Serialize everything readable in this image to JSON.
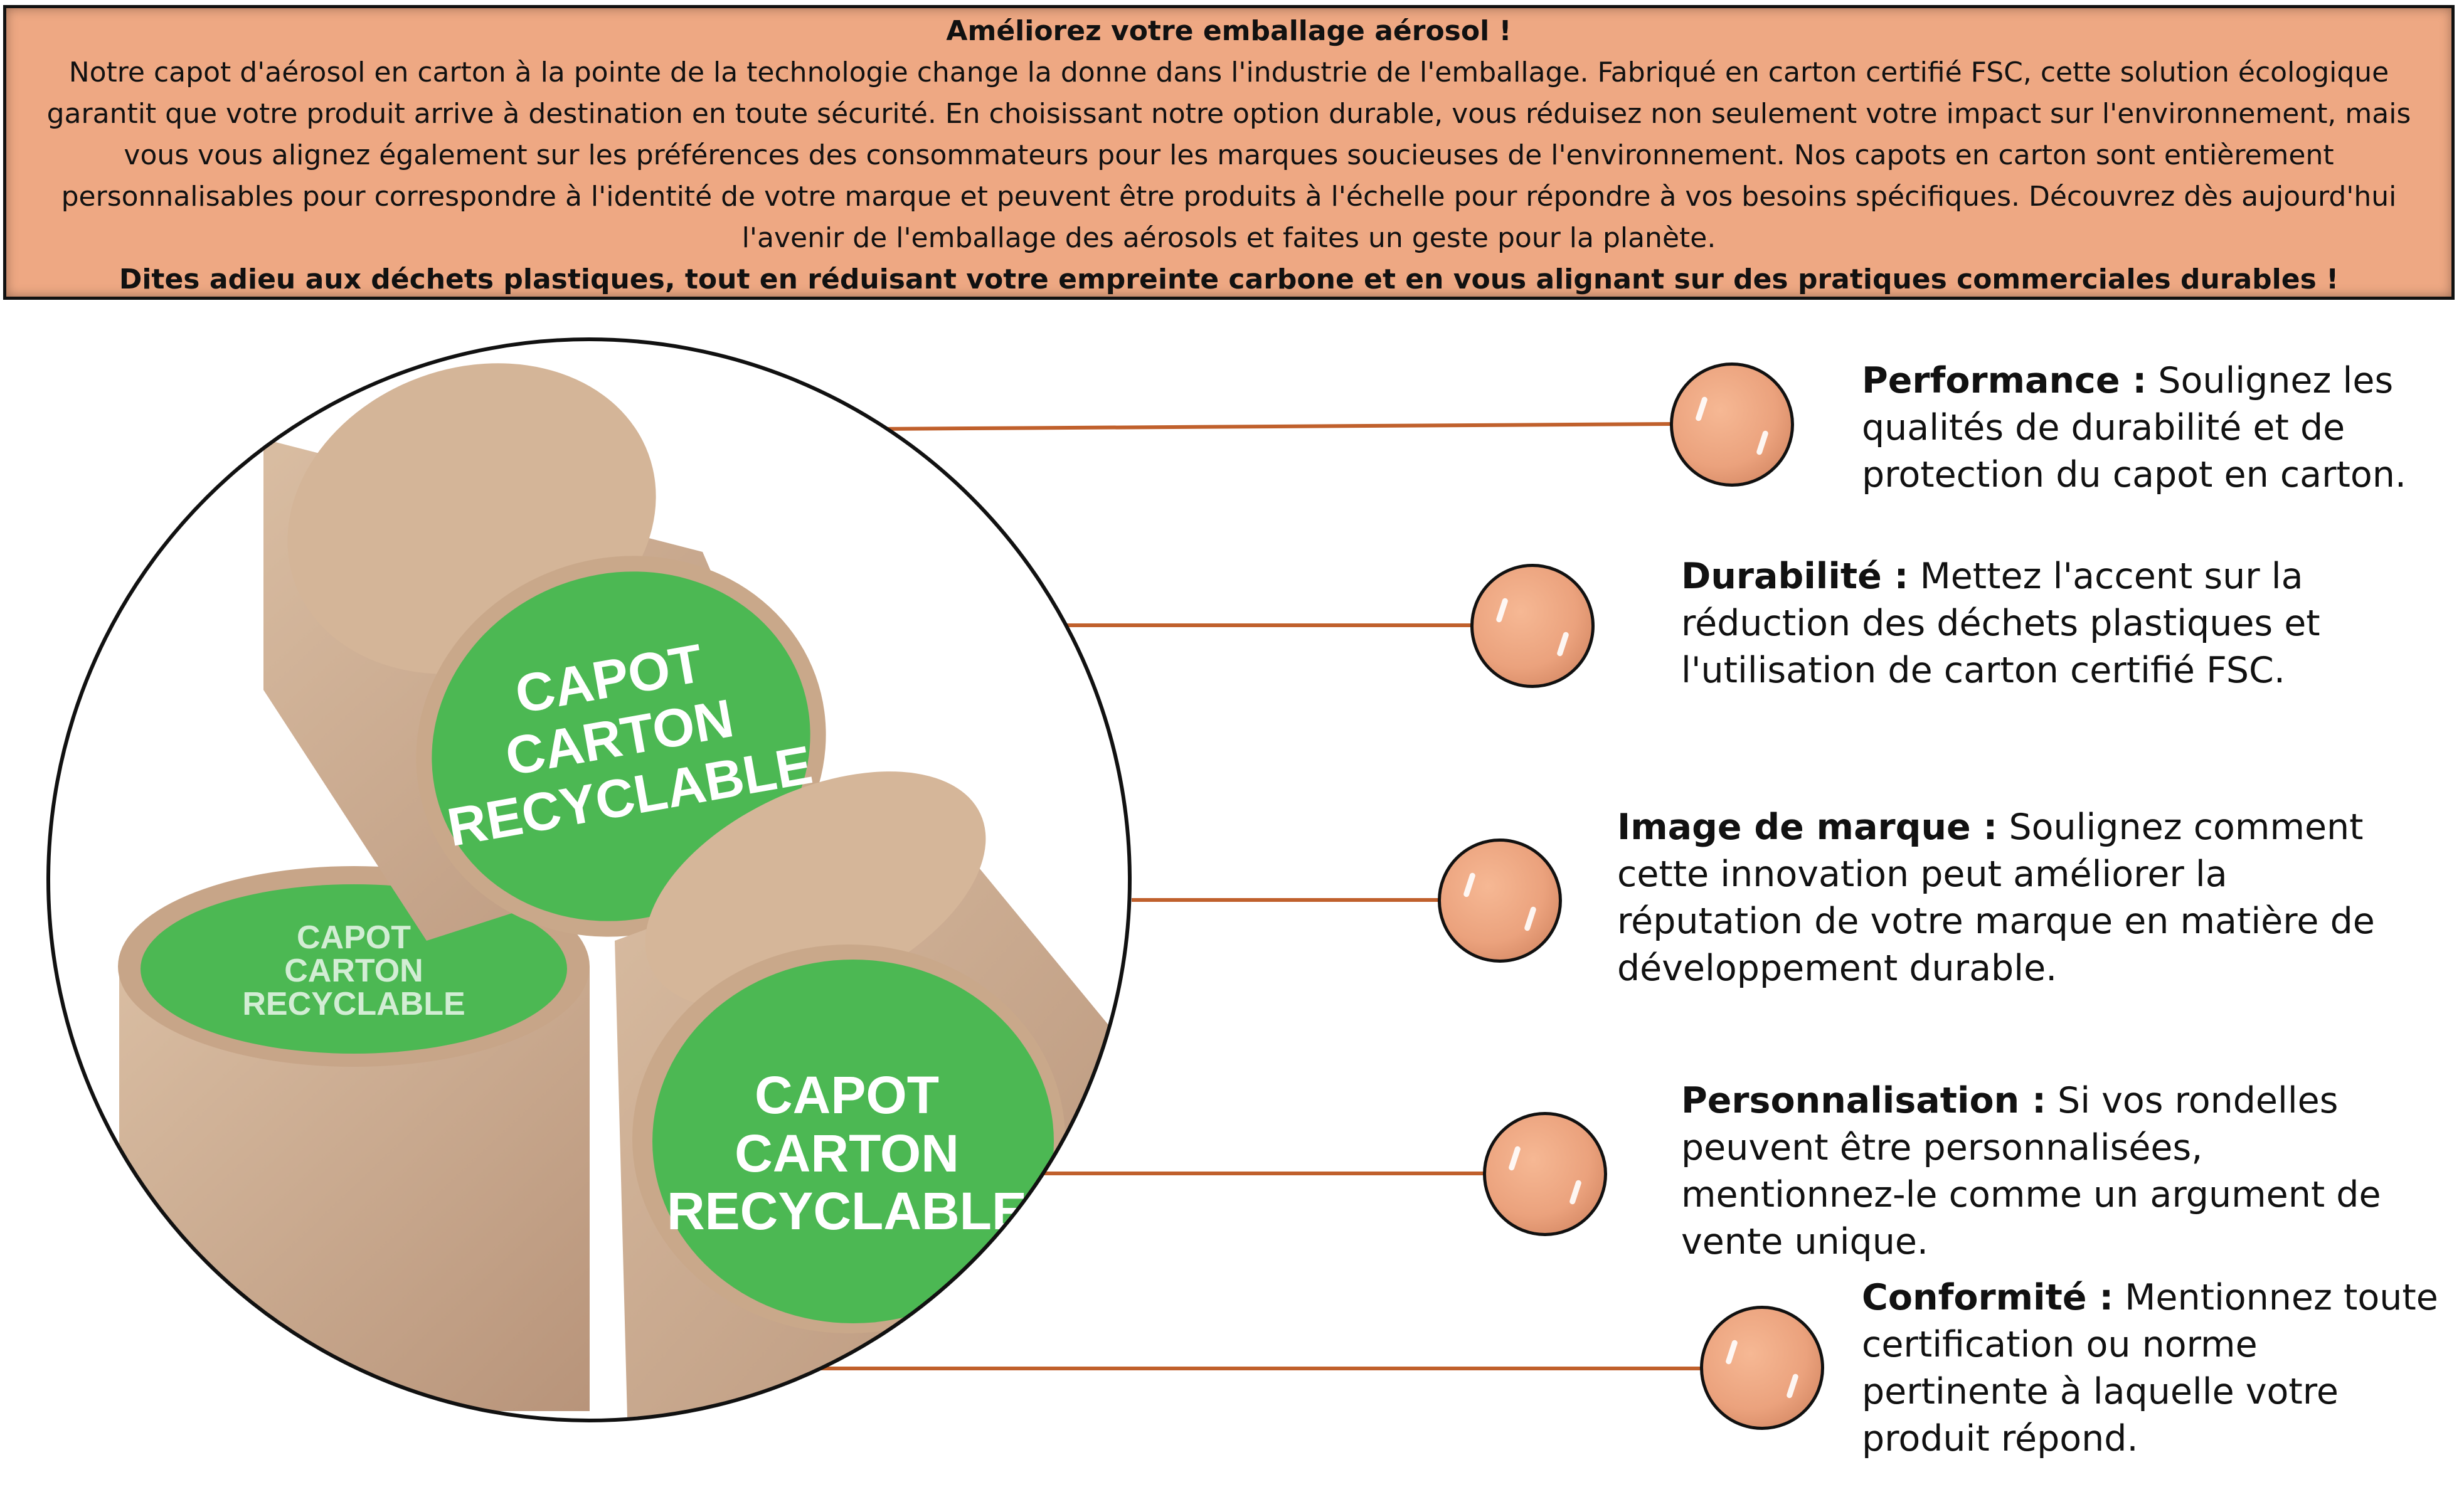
{
  "header": {
    "title": "Améliorez votre emballage aérosol !",
    "body": "Notre capot d'aérosol en carton à la pointe de la technologie change la donne dans l'industrie de l'emballage. Fabriqué en carton certifié FSC, cette solution écologique garantit que votre produit arrive à destination en toute sécurité. En choisissant notre option durable, vous réduisez non seulement votre impact sur l'environnement, mais vous vous alignez également sur les préférences des consommateurs pour les marques soucieuses de l'environnement. Nos capots en carton sont entièrement personnalisables pour correspondre à l'identité de votre marque et peuvent être produits à l'échelle pour répondre à vos besoins spécifiques. Découvrez dès aujourd'hui l'avenir de l'emballage des aérosols et faites un geste pour la planète.",
    "closing": "Dites adieu aux déchets plastiques, tout en réduisant votre empreinte carbone et en vous alignant sur des pratiques commerciales durables !"
  },
  "product_label": {
    "line1": "CAPOT",
    "line2": "CARTON",
    "line3": "RECYCLABLE"
  },
  "features": [
    {
      "title": "Performance :",
      "text": "Soulignez les qualités de durabilité et de protection du capot en carton."
    },
    {
      "title": "Durabilité :",
      "text": "Mettez l'accent sur la réduction des déchets plastiques et l'utilisation de carton certifié FSC."
    },
    {
      "title": "Image de marque :",
      "text": "Soulignez comment cette innovation peut améliorer la réputation de votre marque en matière de développement durable."
    },
    {
      "title": "Personnalisation :",
      "text": "Si vos rondelles peuvent être personnalisées, mentionnez-le comme un argument de vente unique."
    },
    {
      "title": "Conformité :",
      "text": "Mentionnez toute certification ou norme pertinente à laquelle votre produit répond."
    }
  ],
  "colors": {
    "header_bg": "#eea883",
    "connector": "#c0602c",
    "label_green": "#4cb853",
    "cardboard": "#c9a88a"
  }
}
